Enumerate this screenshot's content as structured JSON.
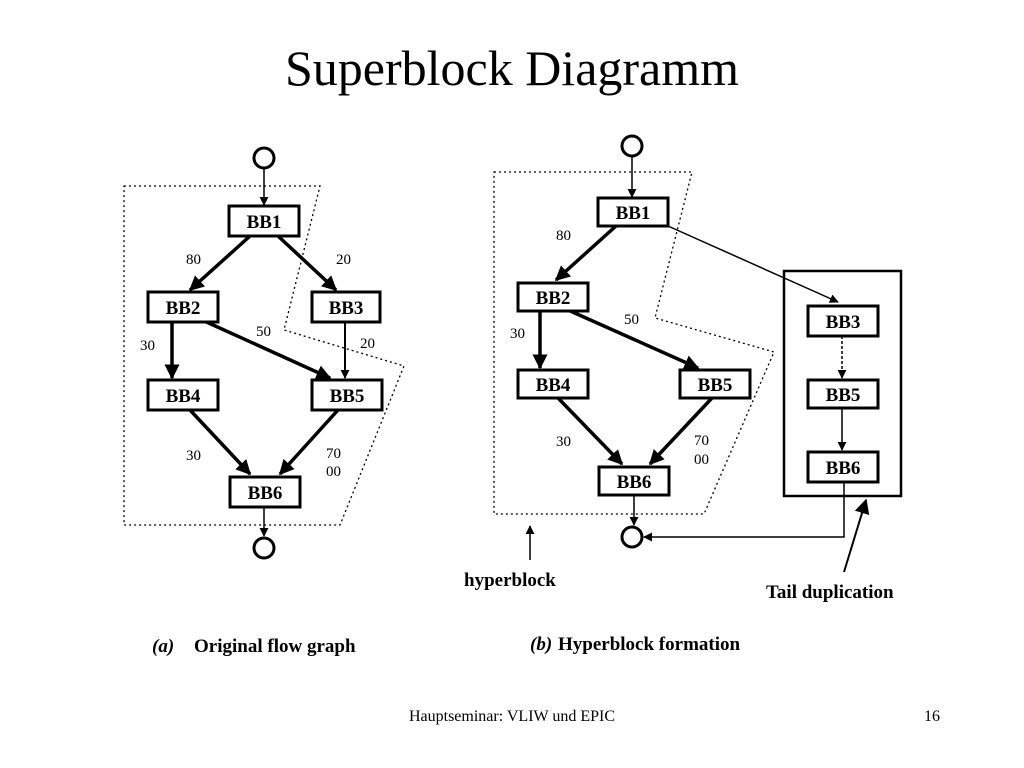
{
  "slide": {
    "title": "Superblock Diagramm",
    "footer_text": "Hauptseminar: VLIW und EPIC",
    "page_number": "16"
  },
  "diagram_a": {
    "nodes": {
      "bb1": "BB1",
      "bb2": "BB2",
      "bb3": "BB3",
      "bb4": "BB4",
      "bb5": "BB5",
      "bb6": "BB6"
    },
    "edge_labels": {
      "bb1_bb2": "80",
      "bb1_bb3": "20",
      "bb2_bb4": "30",
      "bb2_bb5": "50",
      "bb3_bb5": "20",
      "bb4_bb6": "30",
      "bb5_bb6_a": "70",
      "bb5_bb6_b": "00"
    },
    "caption_prefix": "(a)",
    "caption": "Original flow graph"
  },
  "diagram_b": {
    "nodes": {
      "bb1": "BB1",
      "bb2": "BB2",
      "bb4": "BB4",
      "bb5": "BB5",
      "bb6": "BB6",
      "bb3_dup": "BB3",
      "bb5_dup": "BB5",
      "bb6_dup": "BB6"
    },
    "edge_labels": {
      "bb1_bb2": "80",
      "bb2_bb4": "30",
      "bb2_bb5": "50",
      "bb4_bb6": "30",
      "bb5_bb6_a": "70",
      "bb5_bb6_b": "00"
    },
    "hyperblock_label": "hyperblock",
    "tail_label": "Tail duplication",
    "caption_prefix": "(b)",
    "caption": "Hyperblock formation"
  }
}
